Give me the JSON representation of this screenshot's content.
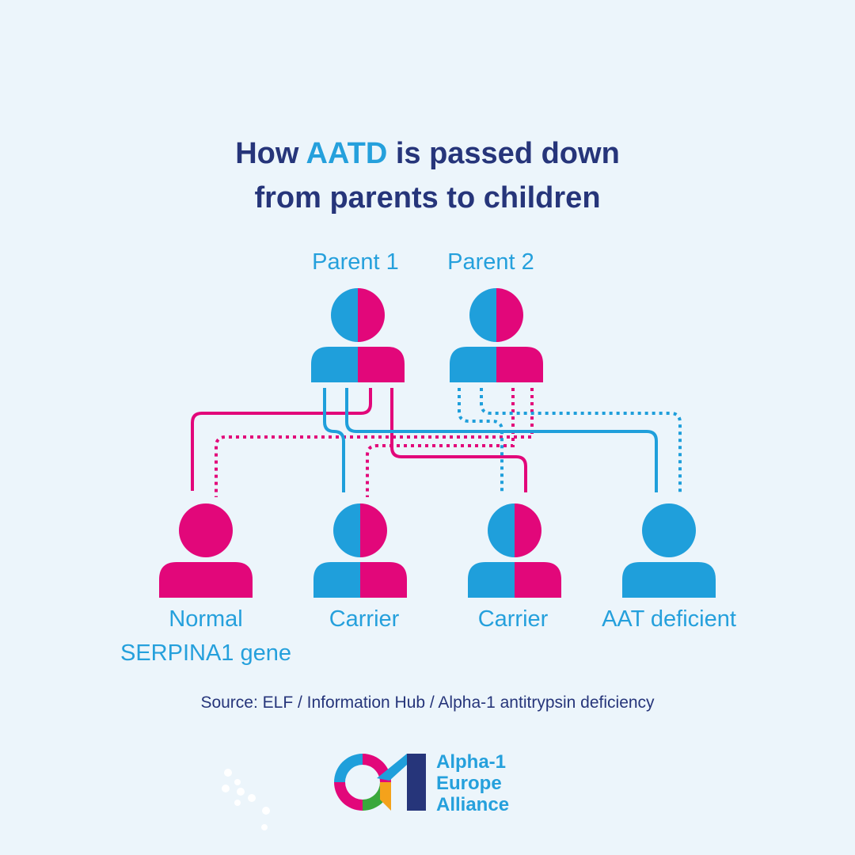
{
  "title": {
    "line1_prefix": "How ",
    "line1_accent": "AATD",
    "line1_suffix": " is passed down",
    "line2": "from parents to children"
  },
  "parents": [
    {
      "label": "Parent 1",
      "halves": [
        "blue",
        "pink"
      ]
    },
    {
      "label": "Parent 2",
      "halves": [
        "blue",
        "pink"
      ]
    }
  ],
  "children": [
    {
      "label_line1": "Normal",
      "label_line2": "SERPINA1 gene",
      "halves": [
        "pink",
        "pink"
      ]
    },
    {
      "label_line1": "Carrier",
      "halves": [
        "blue",
        "pink"
      ]
    },
    {
      "label_line1": "Carrier",
      "halves": [
        "blue",
        "pink"
      ]
    },
    {
      "label_line1": "AAT deficient",
      "halves": [
        "blue",
        "blue"
      ]
    }
  ],
  "source": "Source: ELF / Information Hub / Alpha-1 antitrypsin deficiency",
  "logo": {
    "line1": "Alpha-1",
    "line2": "Europe",
    "line3": "Alliance"
  },
  "colors": {
    "blue": "#1f9fdb",
    "pink": "#e2077a",
    "navy": "#26357a",
    "background": "#ecf5fb"
  }
}
